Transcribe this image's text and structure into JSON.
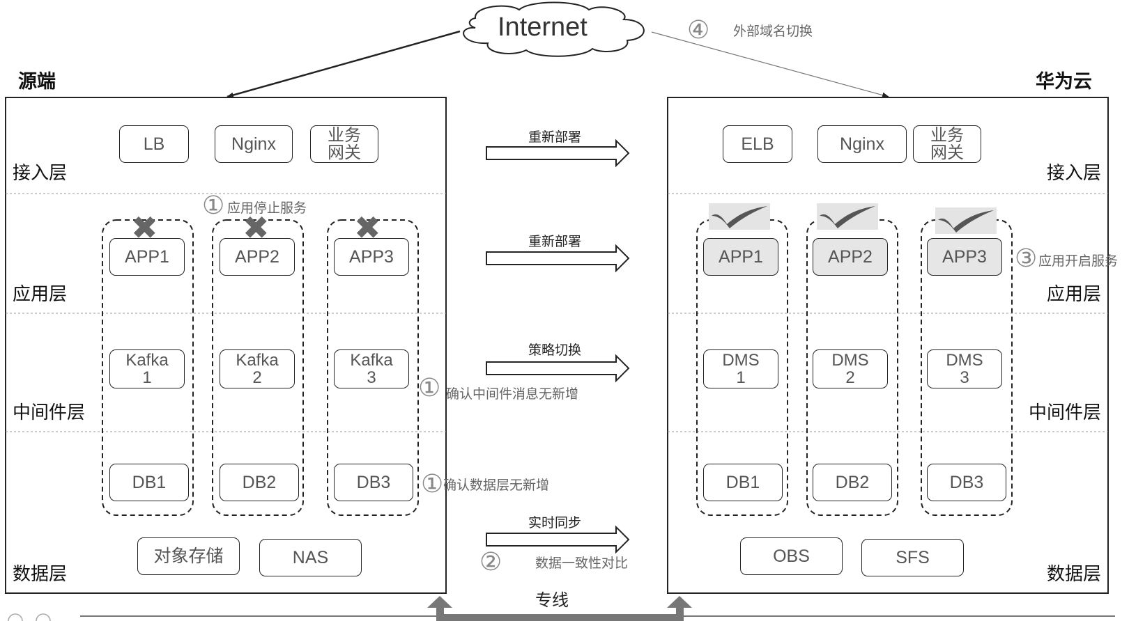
{
  "internet": "Internet",
  "source_label": "源端",
  "target_label": "华为云",
  "layers": [
    "接入层",
    "应用层",
    "中间件层",
    "数据层"
  ],
  "source": {
    "access": [
      "LB",
      "Nginx",
      "业务\n网关"
    ],
    "apps": [
      "APP1",
      "APP2",
      "APP3"
    ],
    "middleware": [
      "Kafka\n1",
      "Kafka\n2",
      "Kafka\n3"
    ],
    "db": [
      "DB1",
      "DB2",
      "DB3"
    ],
    "storage": [
      "对象存储",
      "NAS"
    ]
  },
  "target": {
    "access": [
      "ELB",
      "Nginx",
      "业务\n网关"
    ],
    "apps": [
      "APP1",
      "APP2",
      "APP3"
    ],
    "middleware": [
      "DMS\n1",
      "DMS\n2",
      "DMS\n3"
    ],
    "db": [
      "DB1",
      "DB2",
      "DB3"
    ],
    "storage": [
      "OBS",
      "SFS"
    ]
  },
  "arrows": [
    "重新部署",
    "重新部署",
    "策略切换",
    "实时同步"
  ],
  "steps": {
    "s1_circle": "①",
    "s1_stop": "应用停止服务",
    "s1_mq": "确认中间件消息无新增",
    "s1_db": "确认数据层无新增",
    "s2_circle": "②",
    "s2": "数据一致性对比",
    "s3_circle": "③",
    "s3": "应用开启服务",
    "s4_circle": "④",
    "s4": "外部域名切换"
  },
  "dedicated_line": "专线",
  "icons": {
    "stop": "x-mark-icon",
    "ok": "check-mark-icon",
    "cloud": "cloud-icon"
  }
}
